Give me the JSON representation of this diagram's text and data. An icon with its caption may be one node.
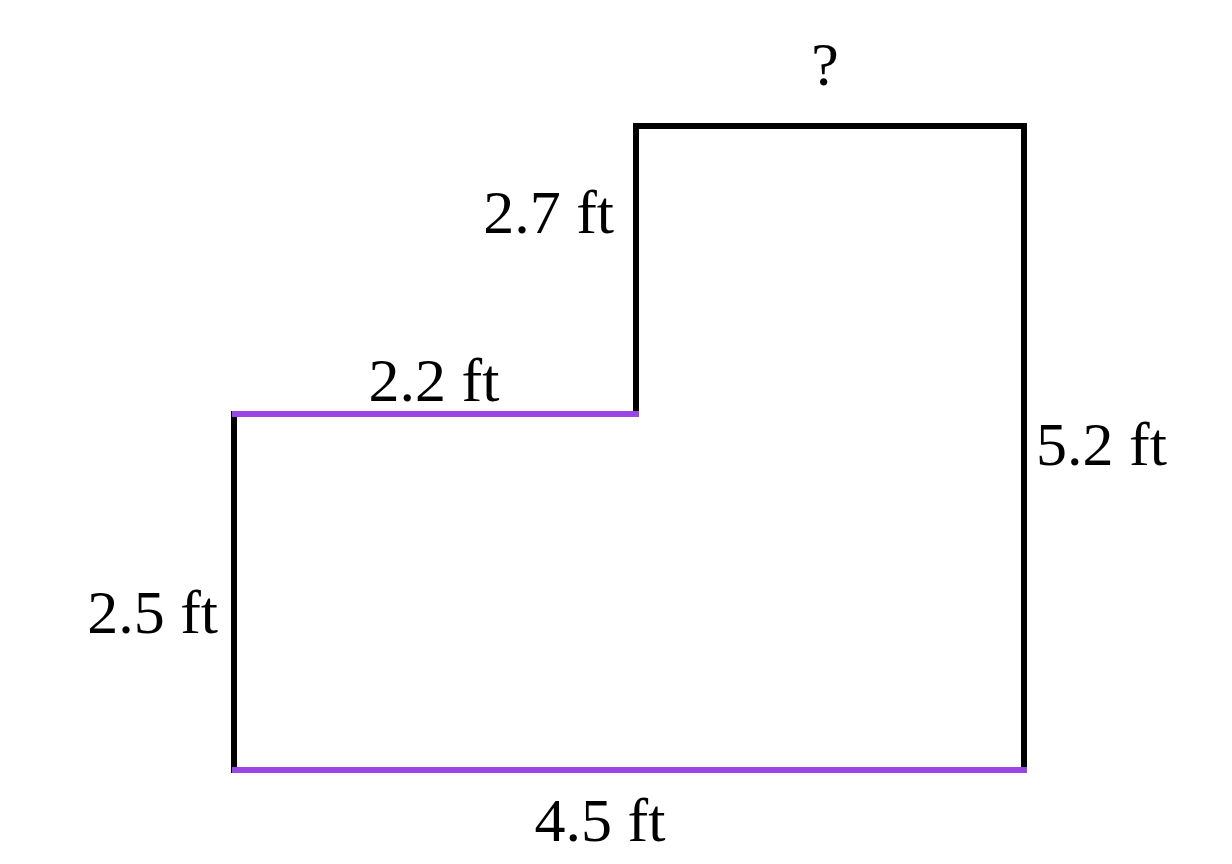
{
  "diagram": {
    "labels": [
      "?",
      "2.7 ft",
      "2.2 ft",
      "5.2 ft",
      "2.5 ft",
      "4.5 ft"
    ]
  }
}
